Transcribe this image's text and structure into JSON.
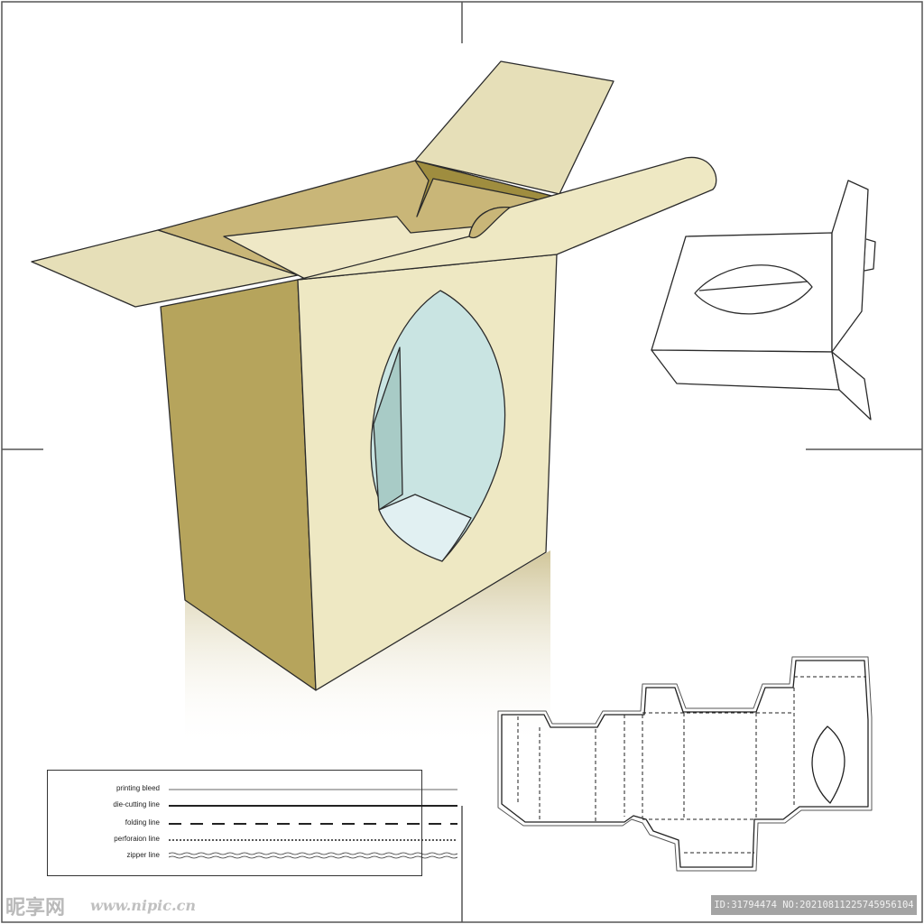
{
  "legend": {
    "items": [
      {
        "label": "printing bleed"
      },
      {
        "label": "die-cutting line"
      },
      {
        "label": "folding line"
      },
      {
        "label": "perforaion line"
      },
      {
        "label": "zipper line"
      }
    ]
  },
  "watermark": {
    "logo": "昵享网",
    "url": "www.nipic.cn",
    "id": "ID:31794474 NO:20210811225745956104"
  },
  "colors": {
    "box_side_dark": "#b6a45c",
    "box_front": "#eee8c3",
    "box_flap": "#e6dfb8",
    "box_inner": "#c9b678",
    "window_glass": "#c9e4e2",
    "window_floor": "#e1f0f2",
    "line": "#2b2b2b"
  }
}
